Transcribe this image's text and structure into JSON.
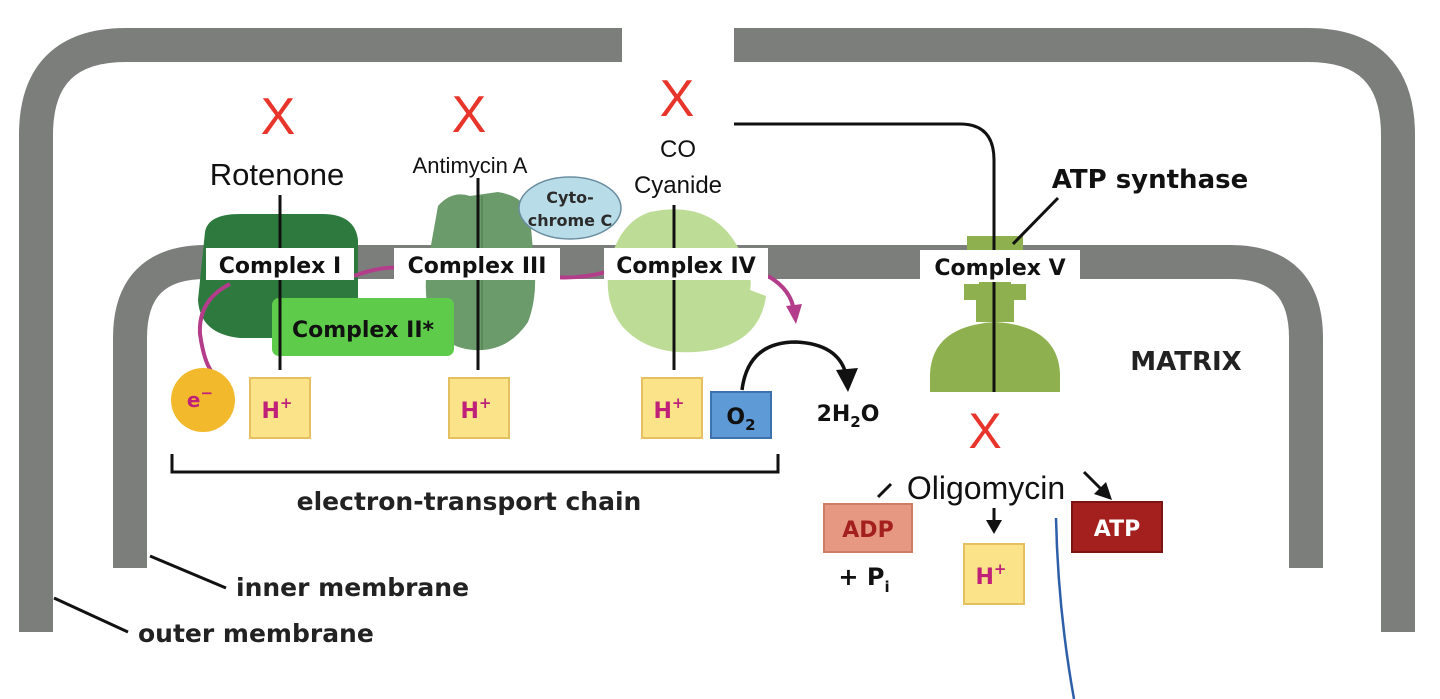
{
  "inhibitors": {
    "rotenone": "Rotenone",
    "antimycin": "Antimycin A",
    "co": "CO",
    "cyanide": "Cyanide",
    "oligomycin": "Oligomycin",
    "block_mark": "X"
  },
  "complexes": {
    "c1": "Complex I",
    "c2": "Complex II*",
    "c3": "Complex III",
    "c4": "Complex IV",
    "c5": "Complex V",
    "cytc_line1": "Cyto-",
    "cytc_line2": "chrome C",
    "atp_synthase": "ATP synthase"
  },
  "molecules": {
    "electron_base": "e",
    "electron_sup": "−",
    "proton_base": "H",
    "proton_sup": "+",
    "o2_base": "O",
    "o2_sub": "2",
    "water_a": "2H",
    "water_sub": "2",
    "water_b": "O",
    "adp": "ADP",
    "pi_prefix": "+ P",
    "pi_sub": "i",
    "atp": "ATP"
  },
  "regions": {
    "matrix": "MATRIX",
    "etc": "electron-transport chain",
    "inner_membrane": "inner membrane",
    "outer_membrane": "outer membrane"
  },
  "colors": {
    "membrane": "#7c7e7c",
    "inhibitor_x": "#e8352b",
    "complex1": "#2e7a3e",
    "complex2": "#5ecb4a",
    "complex3": "#6b9b6a",
    "complex4": "#bddc95",
    "complex5": "#8fb04e",
    "cytochrome_c": "#b9dde8",
    "proton_box": "#fbe38a",
    "proton_text": "#c02178",
    "electron": "#f2b92c",
    "oxygen_box": "#5d9ad6",
    "adp_box": "#e79883",
    "atp_box": "#a3201e",
    "electron_path": "#b33d8a",
    "blue_line": "#2d5ea8"
  }
}
